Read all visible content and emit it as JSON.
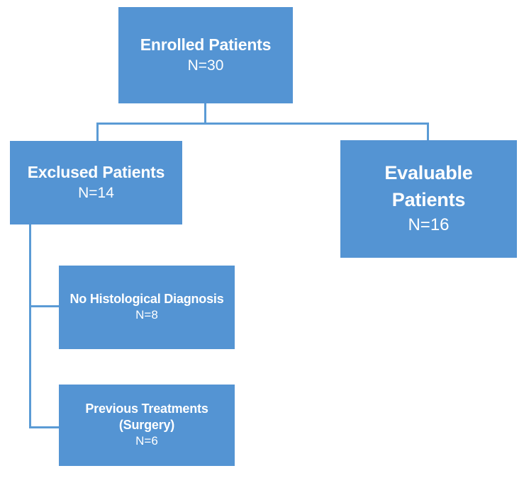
{
  "diagram": {
    "type": "patient-flowchart",
    "colors": {
      "box_fill": "#5494d3",
      "connector": "#5b9bd5",
      "text": "#ffffff",
      "background": "#ffffff"
    },
    "nodes": {
      "enrolled": {
        "title": "Enrolled Patients",
        "count": "N=30"
      },
      "excluded": {
        "title": "Exclused Patients",
        "count": "N=14"
      },
      "evaluable": {
        "title_line1": "Evaluable",
        "title_line2": "Patients",
        "count": "N=16"
      },
      "no_histological_diagnosis": {
        "title": "No Histological Diagnosis",
        "count": "N=8"
      },
      "previous_treatments": {
        "title_line1": "Previous Treatments",
        "title_line2": "(Surgery)",
        "count": "N=6"
      }
    }
  }
}
